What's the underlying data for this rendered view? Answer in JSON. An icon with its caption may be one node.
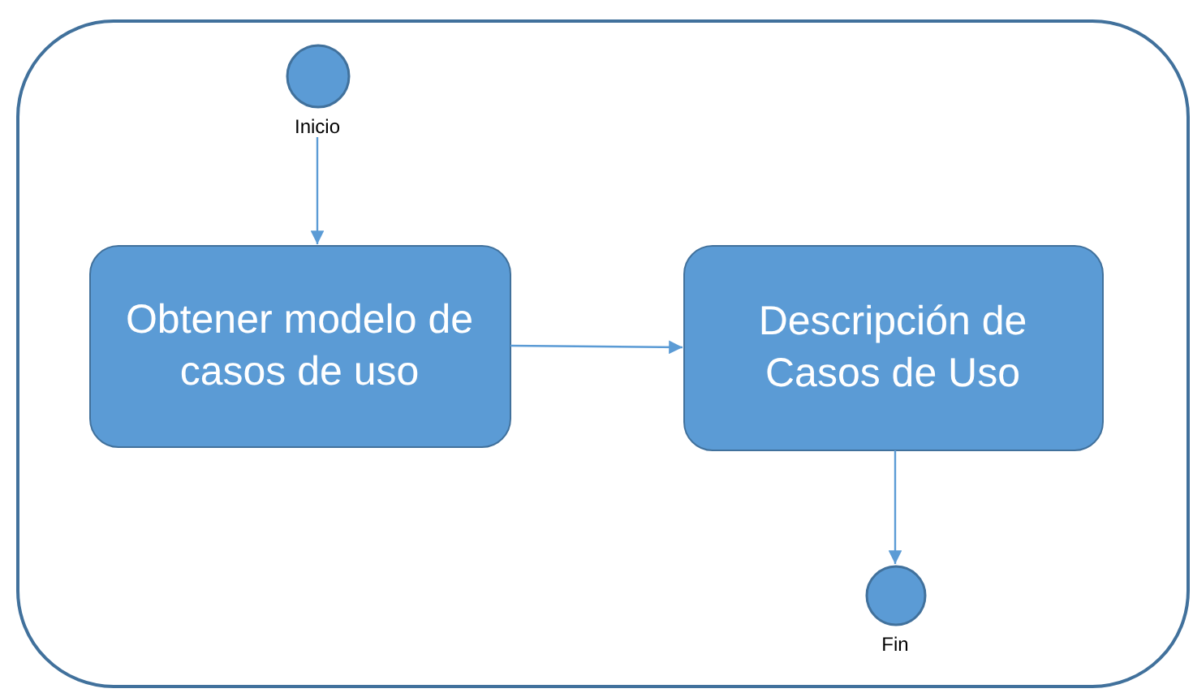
{
  "diagram": {
    "nodes": [
      {
        "text": [],
        "shape": "box"
      },
      {
        "text": [],
        "shape": "circle",
        "beside": [
          "Inicio"
        ],
        "in": 0
      },
      {
        "text": [
          "Obtener modelo de casos de uso"
        ],
        "in": 0
      },
      {
        "text": [
          "Descripción de Casos de Uso"
        ],
        "in": 0
      },
      {
        "text": [],
        "shape": "circle",
        "beside": [
          "Fin"
        ],
        "in": 0
      }
    ],
    "edges": [
      {
        "from": 1,
        "to": 2,
        "arrow": "to"
      },
      {
        "from": 2,
        "to": 3,
        "arrow": "to"
      },
      {
        "from": 3,
        "to": 4,
        "arrow": "to"
      }
    ]
  }
}
